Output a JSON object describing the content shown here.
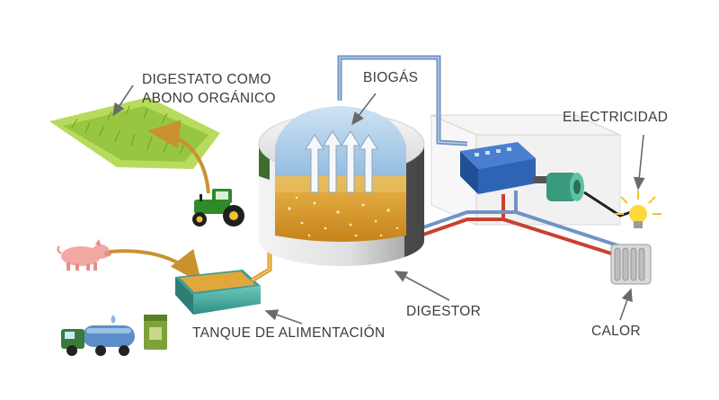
{
  "labels": {
    "digestate_line1": "DIGESTATO COMO",
    "digestate_line2": "ABONO ORGÁNICO",
    "biogas": "BIOGÁS",
    "electricity": "ELECTRICIDAD",
    "digester": "DIGESTOR",
    "feed_tank": "TANQUE DE ALIMENTACIÓN",
    "heat": "CALOR"
  },
  "colors": {
    "label_text": "#3d3d3d",
    "pipe_blue": "#6f93c6",
    "pipe_red": "#c8412f",
    "biogas_dome": "#b7d3ea",
    "digestate_fill": "#d99a2b",
    "field_green": "#9cc93d",
    "tractor_green": "#2f8a2a",
    "engine_blue": "#2f64b5",
    "tank_teal": "#4fb3a7"
  },
  "icons": [
    "grass-field-icon",
    "tractor-icon",
    "pig-icon",
    "tanker-truck-icon",
    "feed-bin-icon",
    "engine-icon",
    "generator-icon",
    "light-bulb-icon",
    "radiator-icon"
  ]
}
